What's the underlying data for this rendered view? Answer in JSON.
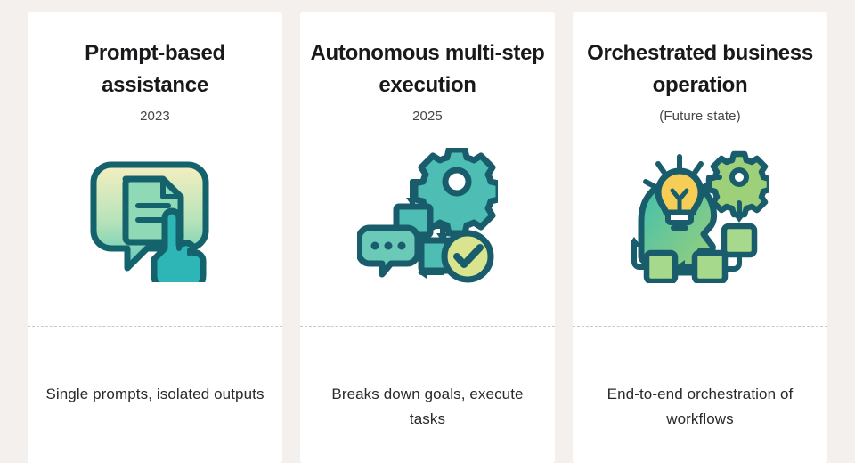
{
  "page": {
    "background_color": "#F4F0EE",
    "card_background": "#FFFFFF"
  },
  "palette": {
    "outline_dark_teal": "#14626B",
    "teal": "#2EB5B5",
    "mint": "#8FD9B6",
    "pale_yellow": "#F5EFC0",
    "yellow": "#F7CE55",
    "green": "#A6D888",
    "divider_gray": "#C9C9CC",
    "title_color": "#19191B",
    "subtitle_color": "#45464A",
    "caption_color": "#2A2A2E"
  },
  "cards": [
    {
      "id": "prompt-based-assistance",
      "title": "Prompt-based assistance",
      "subtitle": "2023",
      "icon_name": "chat-document-tap-icon",
      "caption": "Single prompts, isolated outputs"
    },
    {
      "id": "autonomous-multi-step-execution",
      "title": "Autonomous multi-step execution",
      "subtitle": "2025",
      "icon_name": "workflow-gear-check-icon",
      "caption": "Breaks down goals, execute tasks"
    },
    {
      "id": "orchestrated-business-operation",
      "title": "Orchestrated business operation",
      "subtitle": "(Future state)",
      "icon_name": "mind-lightbulb-orchestration-icon",
      "caption": "End-to-end orchestration of workflows"
    }
  ]
}
